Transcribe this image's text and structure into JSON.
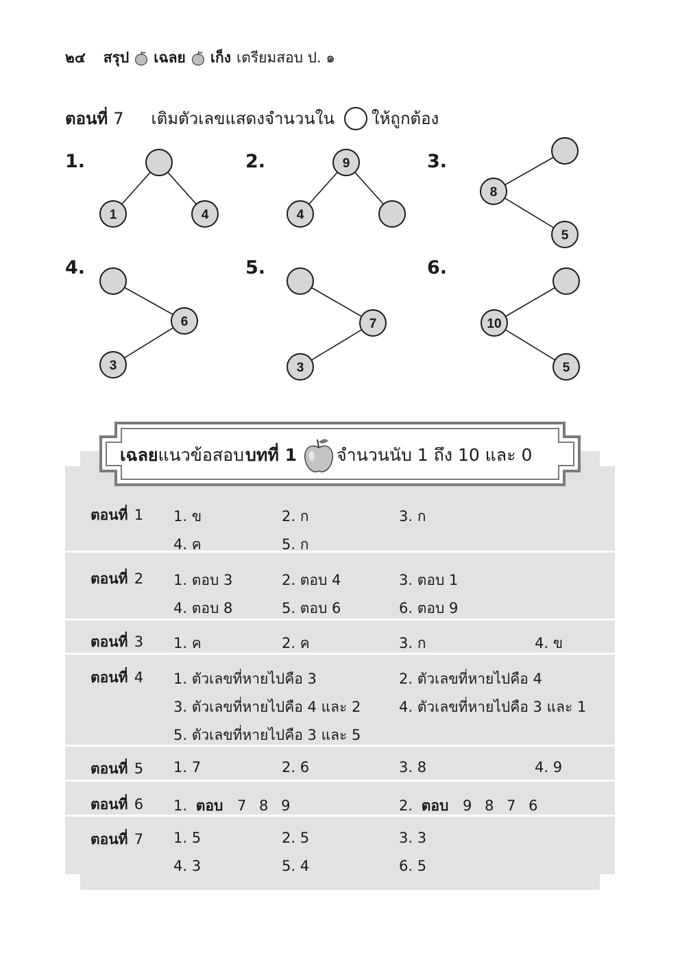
{
  "header": {
    "page_number": "๒๔",
    "series_word_1": "สรุป",
    "series_word_2": "เฉลย",
    "series_word_3": "เก็ง",
    "book_title": "เตรียมสอบ ป. ๑"
  },
  "section7": {
    "label": "ตอนที่",
    "number": "7",
    "instruction_before": "เติมตัวเลขแสดงจำนวนใน",
    "instruction_after": "ให้ถูกต้อง"
  },
  "problems": [
    {
      "label": "1.",
      "nodes": [
        "",
        "1",
        "4"
      ]
    },
    {
      "label": "2.",
      "nodes": [
        "9",
        "4",
        ""
      ]
    },
    {
      "label": "3.",
      "nodes": [
        "",
        "8",
        "5"
      ]
    },
    {
      "label": "4.",
      "nodes": [
        "",
        "6",
        "3"
      ]
    },
    {
      "label": "5.",
      "nodes": [
        "",
        "7",
        "3"
      ]
    },
    {
      "label": "6.",
      "nodes": [
        "",
        "10",
        "5"
      ]
    }
  ],
  "answer_key": {
    "title_bold_1": "เฉลย",
    "title_normal_1": "แนวข้อสอบ",
    "title_bold_2": "บทที่ 1",
    "title_normal_2": "จำนวนนับ 1 ถึง 10 และ 0",
    "section_label": "ตอนที่",
    "sections": [
      {
        "number": "1",
        "answers": [
          "1. ข",
          "2. ก",
          "3. ก",
          "4. ค",
          "5. ก"
        ]
      },
      {
        "number": "2",
        "answers": [
          "1. ตอบ 3",
          "2. ตอบ 4",
          "3. ตอบ 1",
          "4. ตอบ 8",
          "5. ตอบ 6",
          "6. ตอบ 9"
        ]
      },
      {
        "number": "3",
        "answers": [
          "1. ค",
          "2. ค",
          "3. ก",
          "4. ข"
        ]
      },
      {
        "number": "4",
        "answers": [
          "1. ตัวเลขที่หายไปคือ 3",
          "2. ตัวเลขที่หายไปคือ 4",
          "3. ตัวเลขที่หายไปคือ 4 และ 2",
          "4. ตัวเลขที่หายไปคือ 3 และ 1",
          "5. ตัวเลขที่หายไปคือ 3 และ 5"
        ]
      },
      {
        "number": "5",
        "answers": [
          "1. 7",
          "2. 6",
          "3. 8",
          "4. 9"
        ]
      },
      {
        "number": "6",
        "answers": [
          {
            "prefix": "1.",
            "word": "ตอบ",
            "value": "7 8 9"
          },
          {
            "prefix": "2.",
            "word": "ตอบ",
            "value": "9 8 7 6"
          }
        ]
      },
      {
        "number": "7",
        "answers": [
          "1. 5",
          "2. 5",
          "3. 3",
          "4. 3",
          "5. 4",
          "6. 5"
        ]
      }
    ]
  }
}
